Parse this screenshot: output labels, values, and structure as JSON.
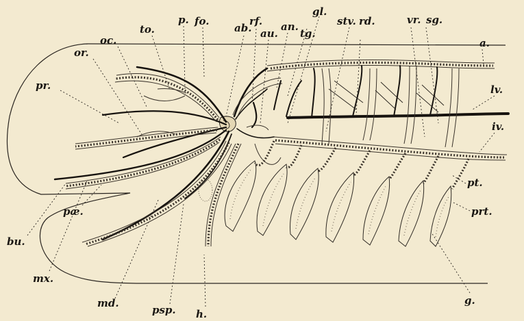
{
  "labels": {
    "a": "a.",
    "lv": "lv.",
    "iv": "iv.",
    "pt": "pt.",
    "prt": "prt.",
    "g": "g.",
    "h": "h.",
    "psp": "psp.",
    "md": "md.",
    "mx": "mx.",
    "bu": "bu.",
    "pa": "pæ.",
    "pr": "pr.",
    "or": "or.",
    "oc": "oc.",
    "to": "to.",
    "p": "p.",
    "fo": "fo.",
    "ab": "ab.",
    "rf": "rf.",
    "au": "au.",
    "an": "an.",
    "tg": "tg.",
    "gl": "gl.",
    "stv": "stv.",
    "rd": "rd.",
    "vr": "vr.",
    "sg": "sg."
  },
  "colors": {
    "paper": "#f3ead0",
    "ink": "#17130f"
  }
}
